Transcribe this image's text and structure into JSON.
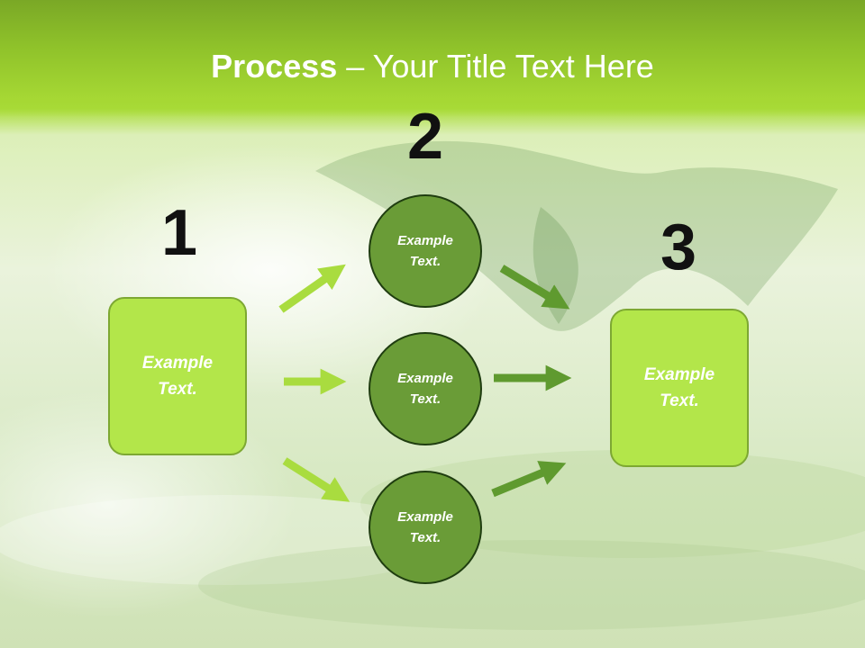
{
  "title": {
    "bold": "Process",
    "rest": " – Your Title Text Here"
  },
  "steps": {
    "one": {
      "number": "1",
      "text": "Example Text."
    },
    "two": {
      "number": "2"
    },
    "three": {
      "number": "3",
      "text": "Example Text."
    }
  },
  "circles": [
    {
      "text": "Example Text."
    },
    {
      "text": "Example Text."
    },
    {
      "text": "Example Text."
    }
  ],
  "colors": {
    "light_arrow": "#a9dc3f",
    "dark_arrow": "#5f9a2f",
    "box_fill": "#b3e64a",
    "circle_fill": "#6a9c37"
  }
}
